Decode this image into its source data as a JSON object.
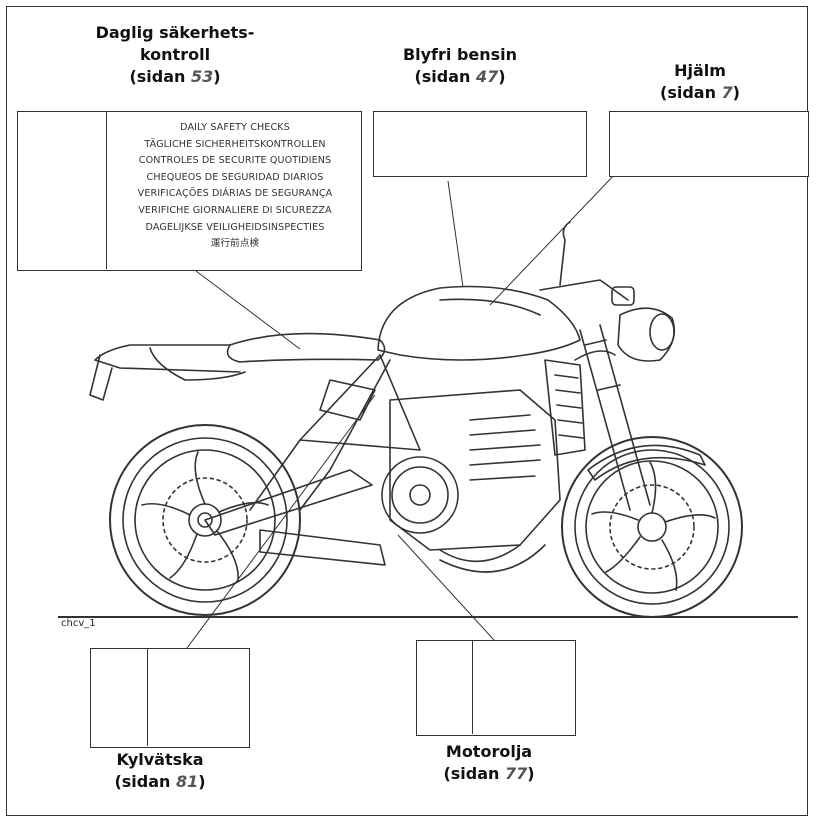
{
  "labels": {
    "daily_check": {
      "title_line1": "Daglig säkerhets-",
      "title_line2": "kontroll",
      "page_prefix": "(sidan ",
      "page": "53",
      "page_suffix": ")",
      "panel_lines": [
        "DAILY SAFETY CHECKS",
        "TÄGLICHE SICHERHEITSKONTROLLEN",
        "CONTROLES DE SECURITE QUOTIDIENS",
        "CHEQUEOS DE SEGURIDAD DIARIOS",
        "VERIFICAÇÕES DIÁRIAS DE SEGURANÇA",
        "VERIFICHE GIORNALIERE DI SICUREZZA",
        "DAGELIJKSE VEILIGHEIDSINSPECTIES",
        "運行前点検"
      ]
    },
    "unleaded_fuel": {
      "title": "Blyfri bensin",
      "page_prefix": "(sidan ",
      "page": "47",
      "page_suffix": ")"
    },
    "helmet": {
      "title": "Hjälm",
      "page_prefix": "(sidan ",
      "page": "7",
      "page_suffix": ")"
    },
    "coolant": {
      "title": "Kylvätska",
      "page_prefix": "(sidan ",
      "page": "81",
      "page_suffix": ")"
    },
    "engine_oil": {
      "title": "Motorolja",
      "page_prefix": "(sidan ",
      "page": "77",
      "page_suffix": ")"
    }
  },
  "figure_code": "chcv_1",
  "icons": [
    "warning-triangle-icon",
    "owners-handbook-icon",
    "fuel-pump-icon",
    "helmet-icon",
    "coolant-radiator-icon",
    "oil-can-icon"
  ]
}
